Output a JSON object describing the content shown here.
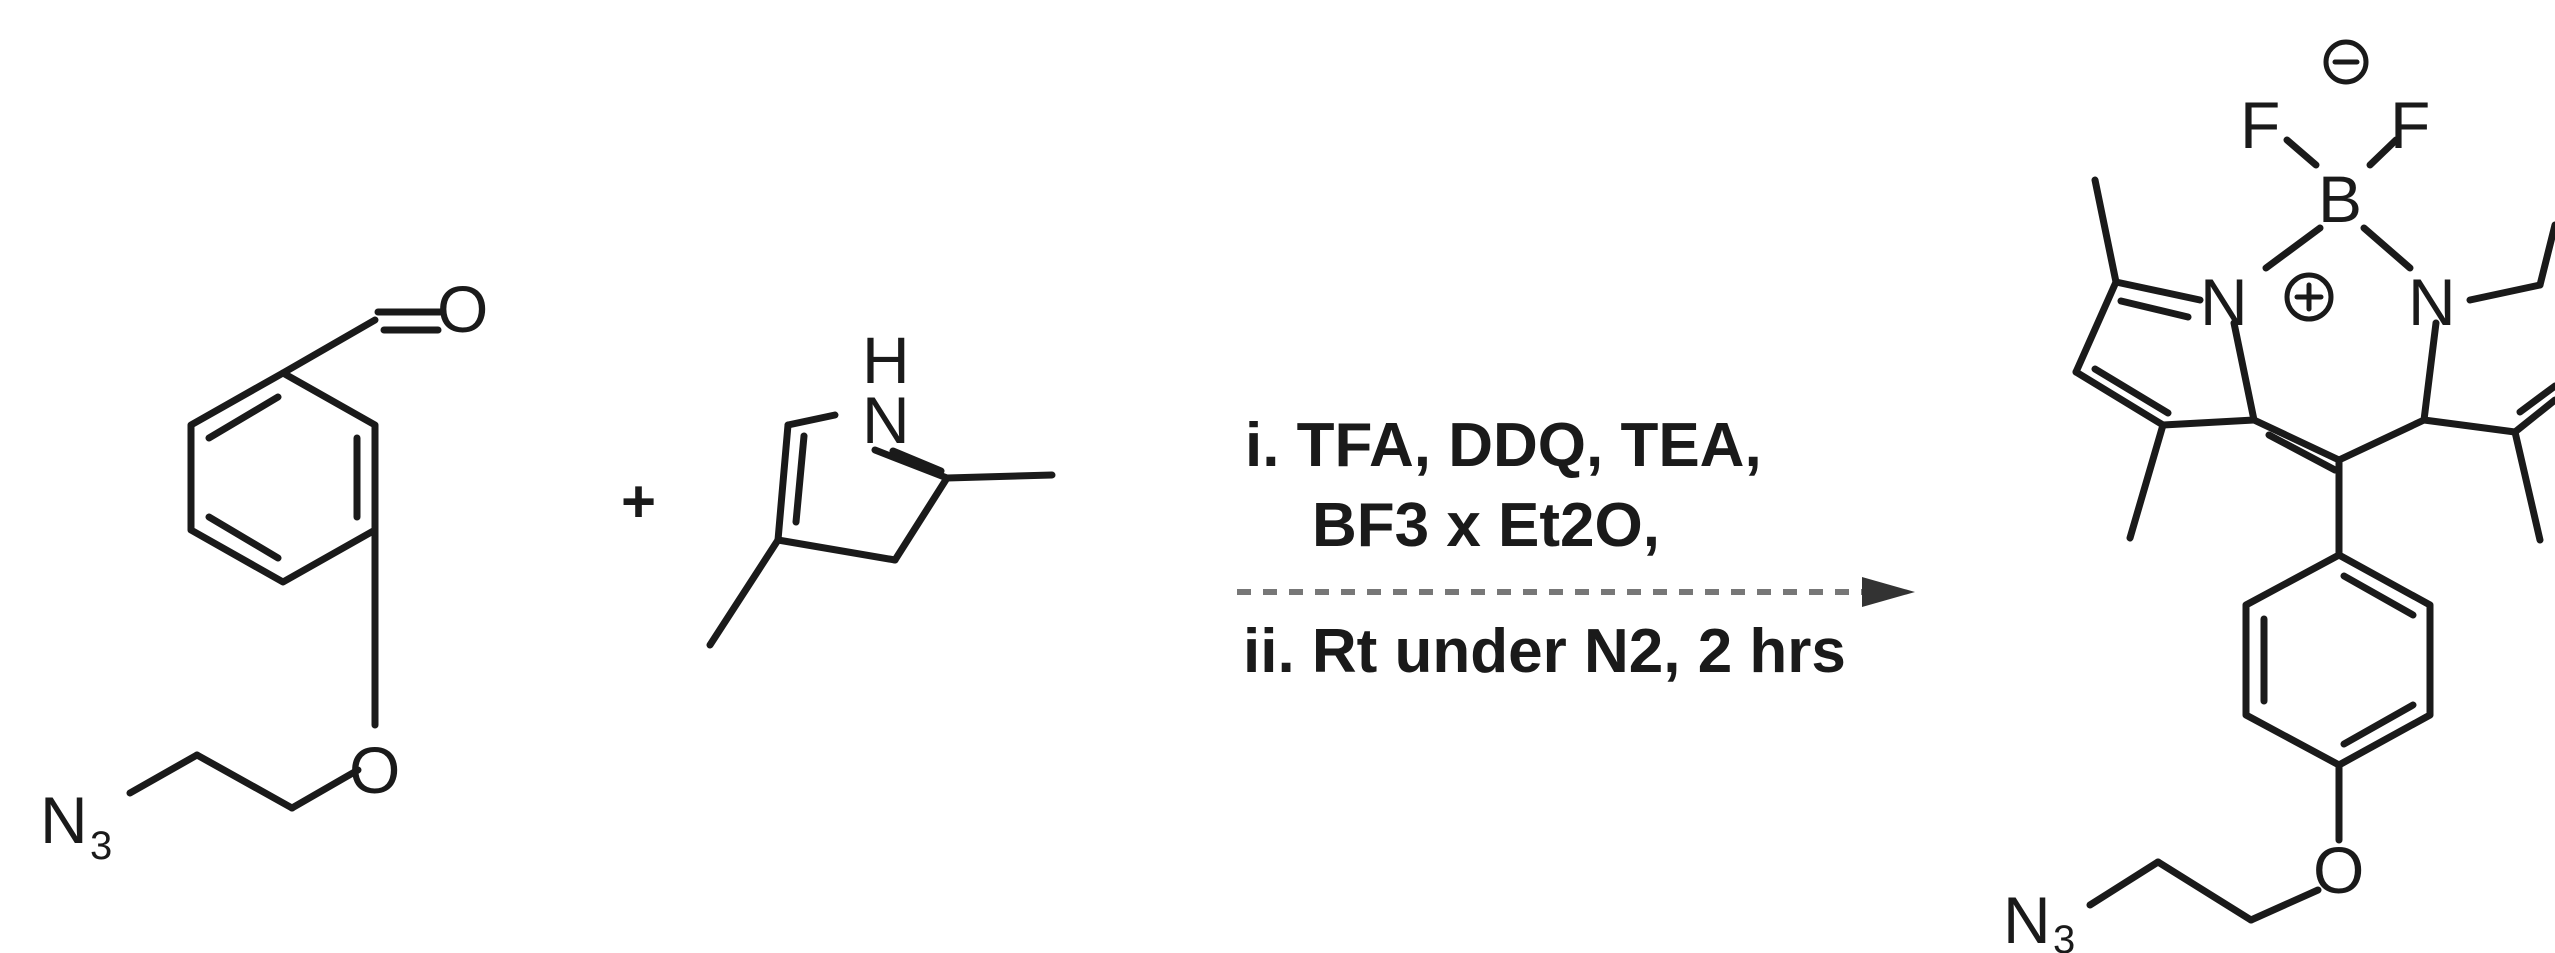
{
  "reactant_aldehyde": {
    "atom_O": "O",
    "atom_O_ether": "O",
    "atom_N3_main": "N",
    "atom_N3_sub": "3"
  },
  "plus": "+",
  "reactant_pyrrole": {
    "atom_H": "H",
    "atom_N": "N"
  },
  "conditions": {
    "line1": "i. TFA, DDQ, TEA,",
    "line2": "BF3 x Et2O,",
    "line3": "ii. Rt under N2, 2 hrs"
  },
  "product": {
    "atom_F_left": "F",
    "atom_F_right": "F",
    "atom_B": "B",
    "atom_N_left": "N",
    "atom_N_right": "N",
    "atom_O_ether": "O",
    "atom_N3_main": "N",
    "atom_N3_sub": "3"
  }
}
